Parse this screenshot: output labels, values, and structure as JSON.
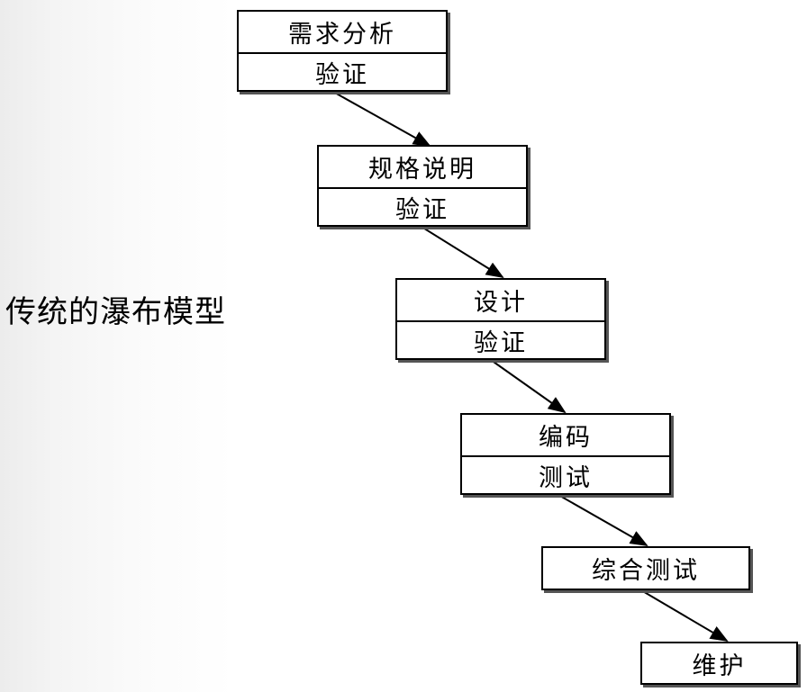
{
  "title": "传统的瀑布模型",
  "stages": [
    {
      "name": "需求分析",
      "check": "验证"
    },
    {
      "name": "规格说明",
      "check": "验证"
    },
    {
      "name": "设计",
      "check": "验证"
    },
    {
      "name": "编码",
      "check": "测试"
    },
    {
      "name": "综合测试"
    },
    {
      "name": "维护"
    }
  ]
}
